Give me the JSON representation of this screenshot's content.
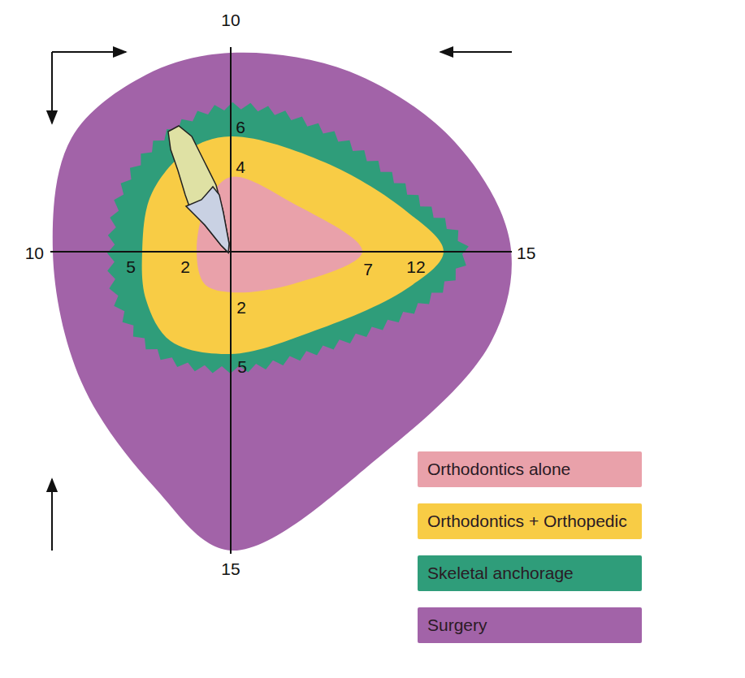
{
  "diagram": {
    "labels": [
      "10",
      "6",
      "4",
      "10",
      "5",
      "2",
      "7",
      "12",
      "15",
      "2",
      "5",
      "15"
    ],
    "legend": [
      {
        "text": "Orthodontics alone",
        "color": "#e9a1aa"
      },
      {
        "text": "Orthodontics + Orthopedic",
        "color": "#f8cc45"
      },
      {
        "text": "Skeletal anchorage",
        "color": "#2f9d7a"
      },
      {
        "text": "Surgery",
        "color": "#a263a8"
      }
    ]
  }
}
